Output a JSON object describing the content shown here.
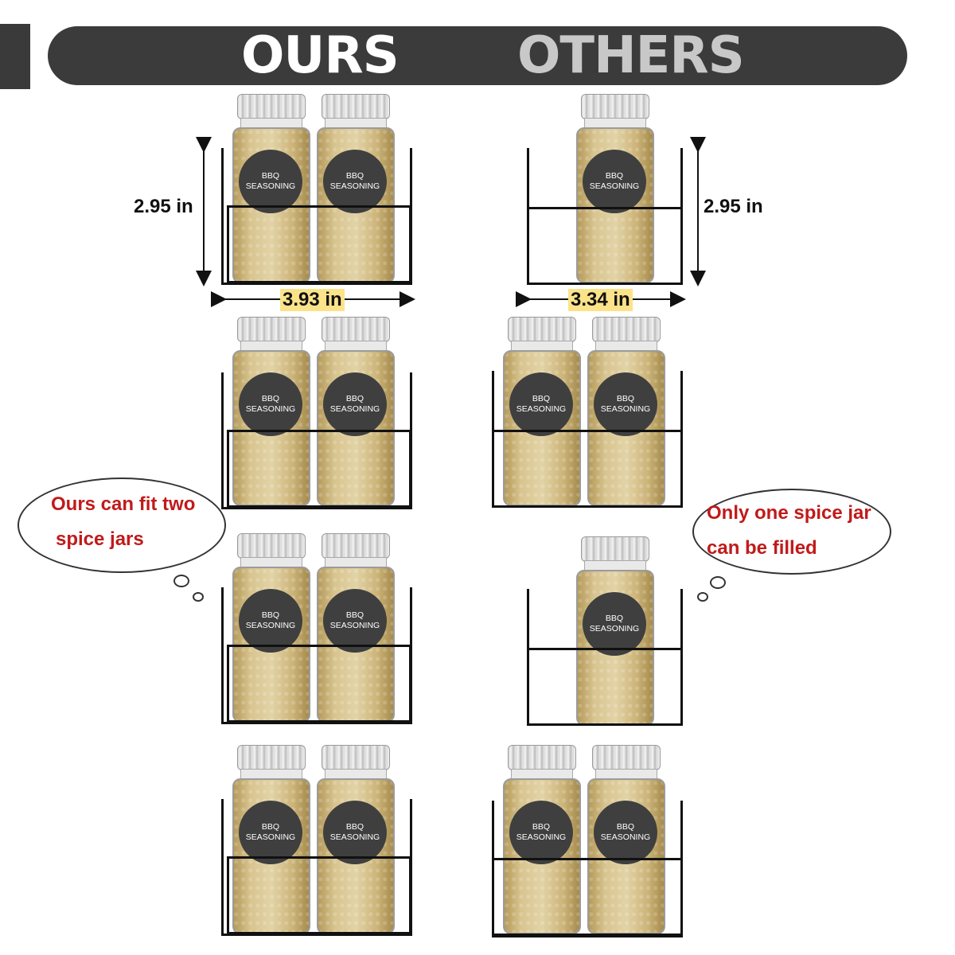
{
  "header": {
    "left_label": "OURS",
    "right_label": "OTHERS"
  },
  "jar_label": {
    "line1": "BBQ",
    "line2": "SEASONING"
  },
  "dimensions": {
    "ours_height": "2.95 in",
    "ours_width": "3.93 in",
    "others_height": "2.95 in",
    "others_width": "3.34 in"
  },
  "callouts": {
    "ours_line1": "Ours can fit two",
    "ours_line2": "spice jars",
    "others_line1": "Only one spice jar",
    "others_line2": "can be filled"
  },
  "colors": {
    "callout_text": "#c11a1a",
    "header_bar": "#3b3b3b",
    "dimension_highlight": "#fbe38a"
  }
}
